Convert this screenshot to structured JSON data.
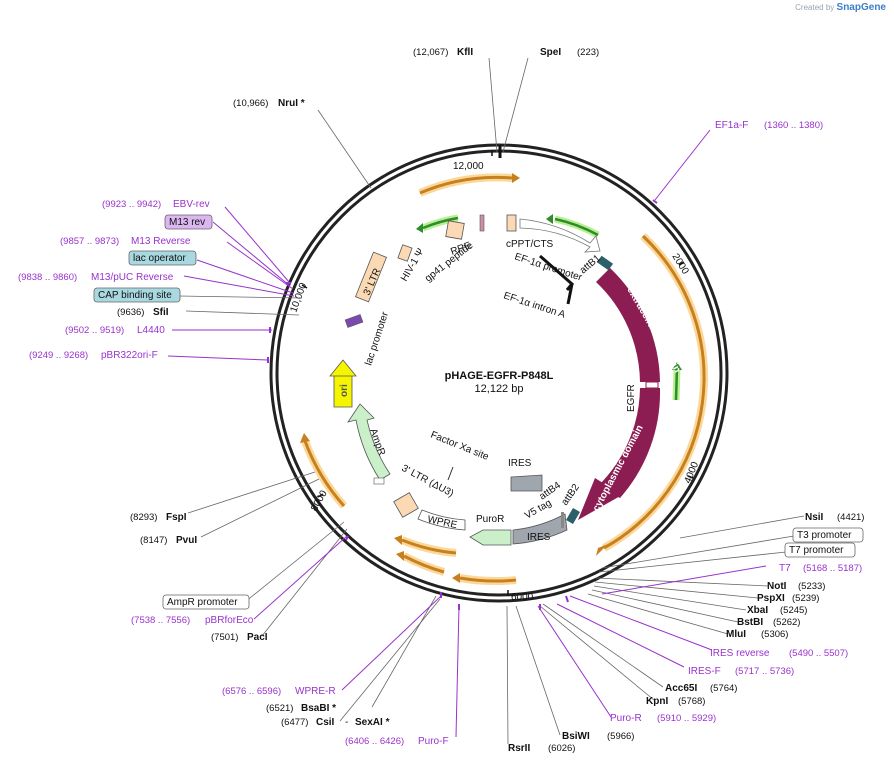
{
  "credit": {
    "prefix": "Created by",
    "brand": "SnapGene"
  },
  "plasmid": {
    "name": "pHAGE-EGFR-P848L",
    "size": "12,122 bp"
  },
  "ticks": [
    "12,000",
    "2000",
    "4000",
    "6000",
    "8000",
    "10,000"
  ],
  "sites_top": [
    {
      "coord": "(12,067)",
      "name": "KflI"
    },
    {
      "coord": "(223)",
      "name": "SpeI"
    },
    {
      "coord": "(10,966)",
      "name": "NruI *"
    }
  ],
  "left_labels": {
    "ebv": {
      "range": "(9923 .. 9942)",
      "name": "EBV-rev"
    },
    "m13rev": "M13 rev",
    "m13reverse": {
      "range": "(9857 .. 9873)",
      "name": "M13 Reverse"
    },
    "lacop": "lac operator",
    "m13puc": {
      "range": "(9838 .. 9860)",
      "name": "M13/pUC Reverse"
    },
    "cap": "CAP binding site",
    "sfi": {
      "coord": "(9636)",
      "name": "SfiI"
    },
    "l4440": {
      "range": "(9502 .. 9519)",
      "name": "L4440"
    },
    "pbr322": {
      "range": "(9249 .. 9268)",
      "name": "pBR322ori-F"
    },
    "fsp": {
      "coord": "(8293)",
      "name": "FspI"
    },
    "pvu": {
      "coord": "(8147)",
      "name": "PvuI"
    },
    "ampr_prom": "AmpR promoter",
    "pbrfor": {
      "range": "(7538 .. 7556)",
      "name": "pBRforEco"
    },
    "pac": {
      "coord": "(7501)",
      "name": "PacI"
    },
    "wpre": {
      "range": "(6576 .. 6596)",
      "name": "WPRE-R"
    },
    "bsab": {
      "coord": "(6521)",
      "name": "BsaBI *"
    },
    "csi": {
      "coord": "(6477)",
      "name": "CsiI",
      "sep": "-",
      "name2": "SexAI *"
    },
    "purof": {
      "range": "(6406 .. 6426)",
      "name": "Puro-F"
    }
  },
  "right_labels": {
    "ef1a": {
      "name": "EF1a-F",
      "range": "(1360 .. 1380)"
    },
    "nsi": {
      "name": "NsiI",
      "coord": "(4421)"
    },
    "t3": "T3 promoter",
    "t7p": "T7 promoter",
    "t7": {
      "name": "T7",
      "range": "(5168 .. 5187)"
    },
    "not": {
      "name": "NotI",
      "coord": "(5233)"
    },
    "psp": {
      "name": "PspXI",
      "coord": "(5239)"
    },
    "xba": {
      "name": "XbaI",
      "coord": "(5245)"
    },
    "bst": {
      "name": "BstBI",
      "coord": "(5262)"
    },
    "mlu": {
      "name": "MluI",
      "coord": "(5306)"
    },
    "iresrev": {
      "name": "IRES reverse",
      "range": "(5490 .. 5507)"
    },
    "iresf": {
      "name": "IRES-F",
      "range": "(5717 .. 5736)"
    },
    "acc": {
      "name": "Acc65I",
      "coord": "(5764)"
    },
    "kpn": {
      "name": "KpnI",
      "coord": "(5768)"
    },
    "puror": {
      "name": "Puro-R",
      "range": "(5910 .. 5929)"
    },
    "bsiw": {
      "name": "BsiWI",
      "coord": "(5966)"
    },
    "rsr": {
      "name": "RsrII",
      "coord": "(6026)"
    }
  },
  "inner_labels": {
    "cppt": "cPPT/CTS",
    "ef1a_prom": "EF-1α promoter",
    "ef1a_intron": "EF-1α intron A",
    "attb1": "attB1",
    "extracellular": "extracellular domain",
    "egfr": "EGFR",
    "cytoplasmic": "cytoplasmic domain",
    "attb2": "attB2",
    "attb4": "attB4",
    "v5": "V5 tag",
    "ires_top": "IRES",
    "ires_bar": "IRES",
    "puror": "PuroR",
    "wpre": "WPRE",
    "ltr3": "3' LTR (ΔU3)",
    "factorxa": "Factor Xa site",
    "ampr": "AmpR",
    "ori": "ori",
    "lac": "lac promoter",
    "ltr3b": "3' LTR",
    "hiv": "HIV-1 Ψ",
    "rre": "RRE",
    "gp41": "gp41 peptide"
  },
  "colors": {
    "backbone": "#222222",
    "primer": "#9932cc",
    "egfr": "#8b1d52",
    "orf_orange": "#c8801e",
    "orf_glow": "#fbd89a",
    "green_arrow": "#2e8b2e",
    "green_glow": "#b7f08f",
    "ori": "#f5f500",
    "ampr": "#c9f0c9",
    "ltr": "#fbd9b4",
    "ires": "#9fa6ad",
    "box_lavender": "#dcb6f0",
    "box_teal": "#a8d8e0"
  }
}
